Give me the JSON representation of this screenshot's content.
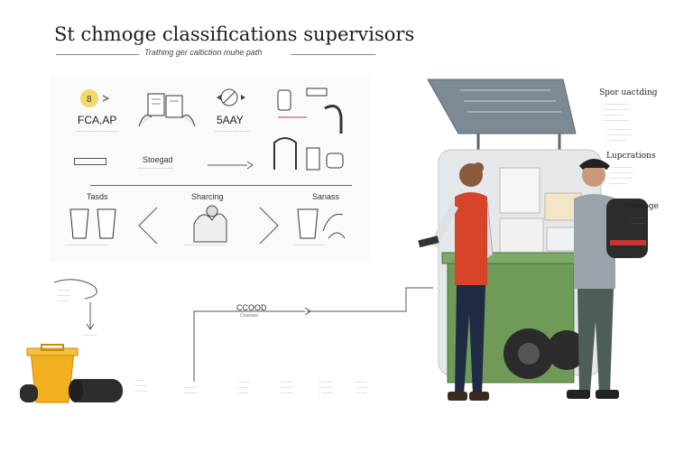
{
  "header": {
    "title": "St chmoge classifications supervisors",
    "subtitle": "Trathing ger caltiction muhe path"
  },
  "diagram": {
    "row1": {
      "step1_label": "FCA,AP",
      "step2_label": "5AAY",
      "step3_label": "Stoegad"
    },
    "row2": {
      "left_label": "Tasds",
      "middle_label": "Sharcing",
      "right_label": "Sanass"
    },
    "flow": {
      "center_label": "CCOOD",
      "center_sublabel": "Coaeaas"
    }
  },
  "right_panel": {
    "section1_title": "Spor uactding",
    "section2_title": "Lupcrations",
    "section3_title": "Sweroge"
  },
  "colors": {
    "bin_green": "#6f9a57",
    "bin_yellow": "#f2b01e",
    "vest_red": "#d6442a",
    "roof_gray": "#7c8a96"
  }
}
